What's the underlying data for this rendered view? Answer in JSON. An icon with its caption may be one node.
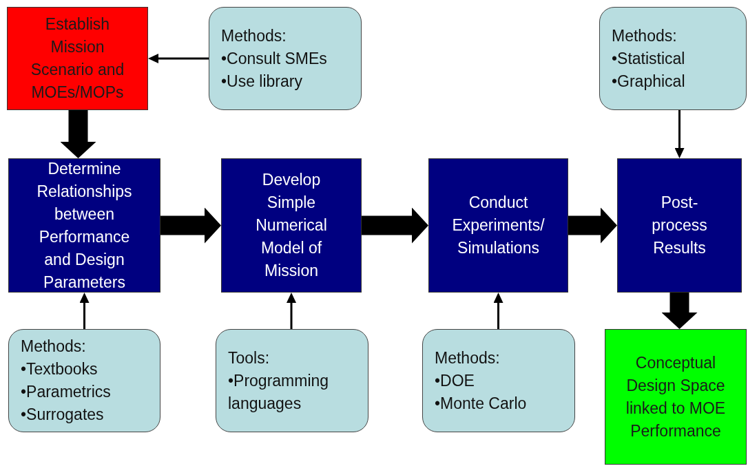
{
  "diagram": {
    "nodes": [
      {
        "text": [
          "Establish Mission Scenario and MOEs/MOPs"
        ]
      },
      {
        "text": [
          "Methods:",
          "•Consult SMEs",
          "•Use library"
        ]
      },
      {
        "text": [
          "Methods:",
          "•Statistical",
          "•Graphical"
        ]
      },
      {
        "text": [
          "Determine Relationships between Performance and Design Parameters"
        ]
      },
      {
        "text": [
          "Develop Simple Numerical Model of Mission"
        ]
      },
      {
        "text": [
          "Conduct Experiments/ Simulations"
        ]
      },
      {
        "text": [
          "Post-process Results"
        ]
      },
      {
        "text": [
          "Methods:",
          "•Textbooks",
          "•Parametrics",
          "•Surrogates"
        ]
      },
      {
        "text": [
          "Tools:",
          "•Programming languages"
        ]
      },
      {
        "text": [
          "Methods:",
          "•DOE",
          "•Monte Carlo"
        ]
      },
      {
        "text": [
          "Conceptual Design Space linked to MOE Performance"
        ]
      }
    ],
    "edges": [
      {
        "from": 1,
        "to": 0,
        "arrow": "to"
      },
      {
        "from": 0,
        "to": 3,
        "arrow": "to",
        "style": "thick"
      },
      {
        "from": 3,
        "to": 4,
        "arrow": "to",
        "style": "thick"
      },
      {
        "from": 4,
        "to": 5,
        "arrow": "to",
        "style": "thick"
      },
      {
        "from": 5,
        "to": 6,
        "arrow": "to",
        "style": "thick"
      },
      {
        "from": 2,
        "to": 6,
        "arrow": "to"
      },
      {
        "from": 7,
        "to": 3,
        "arrow": "to"
      },
      {
        "from": 8,
        "to": 4,
        "arrow": "to"
      },
      {
        "from": 9,
        "to": 5,
        "arrow": "to"
      },
      {
        "from": 6,
        "to": 10,
        "arrow": "to",
        "style": "thick"
      }
    ]
  }
}
